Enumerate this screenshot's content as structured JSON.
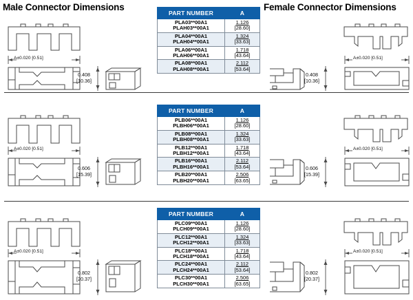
{
  "headings": {
    "male": "Male Connector Dimensions",
    "female": "Female Connector Dimensions"
  },
  "table": {
    "headers": {
      "part_number": "PART NUMBER",
      "a": "A"
    }
  },
  "common": {
    "width_dim": "A±0.020 [0.51]"
  },
  "sections": [
    {
      "id": "row-a",
      "height_in": "0.408",
      "height_mm": "[10.36]",
      "rows": [
        {
          "pn1": "PLA03**00A1",
          "pn2": "PLAH03**00A1",
          "a_in": "1.126",
          "a_mm": "[28.60]"
        },
        {
          "pn1": "PLA04**00A1",
          "pn2": "PLAH04**00A1",
          "a_in": "1.324",
          "a_mm": "[33.63]"
        },
        {
          "pn1": "PLA06**00A1",
          "pn2": "PLAH06**00A1",
          "a_in": "1.718",
          "a_mm": "[43.64]"
        },
        {
          "pn1": "PLA08**00A1",
          "pn2": "PLAH08**00A1",
          "a_in": "2.112",
          "a_mm": "[53.64]"
        }
      ]
    },
    {
      "id": "row-b",
      "height_in": "0.606",
      "height_mm": "[15.39]",
      "rows": [
        {
          "pn1": "PLB06**00A1",
          "pn2": "PLBH06**00A1",
          "a_in": "1.126",
          "a_mm": "[28.60]"
        },
        {
          "pn1": "PLB08**00A1",
          "pn2": "PLBH08**00A1",
          "a_in": "1.324",
          "a_mm": "[33.63]"
        },
        {
          "pn1": "PLB12**00A1",
          "pn2": "PLBH12**00A1",
          "a_in": "1.718",
          "a_mm": "[43.64]"
        },
        {
          "pn1": "PLB16**00A1",
          "pn2": "PLBH16**00A1",
          "a_in": "2.112",
          "a_mm": "[53.64]"
        },
        {
          "pn1": "PLB20**00A1",
          "pn2": "PLBH20**00A1",
          "a_in": "2.506",
          "a_mm": "[63.65]"
        }
      ]
    },
    {
      "id": "row-c",
      "height_in": "0.802",
      "height_mm": "[20.37]",
      "rows": [
        {
          "pn1": "PLC09**00A1",
          "pn2": "PLCH09**00A1",
          "a_in": "1.126",
          "a_mm": "[28.60]"
        },
        {
          "pn1": "PLC12**00A1",
          "pn2": "PLCH12**00A1",
          "a_in": "1.324",
          "a_mm": "[33.63]"
        },
        {
          "pn1": "PLC18**00A1",
          "pn2": "PLCH18**00A1",
          "a_in": "1.718",
          "a_mm": "[43.64]"
        },
        {
          "pn1": "PLC24**00A1",
          "pn2": "PLCH24**00A1",
          "a_in": "2.112",
          "a_mm": "[53.64]"
        },
        {
          "pn1": "PLC30**00A1",
          "pn2": "PLCH30**00A1",
          "a_in": "2.506",
          "a_mm": "[63.65]"
        }
      ]
    }
  ],
  "colors": {
    "header_blue": "#0f5fa8",
    "alt_row": "#e7eef5",
    "line": "#4a4a4a"
  }
}
